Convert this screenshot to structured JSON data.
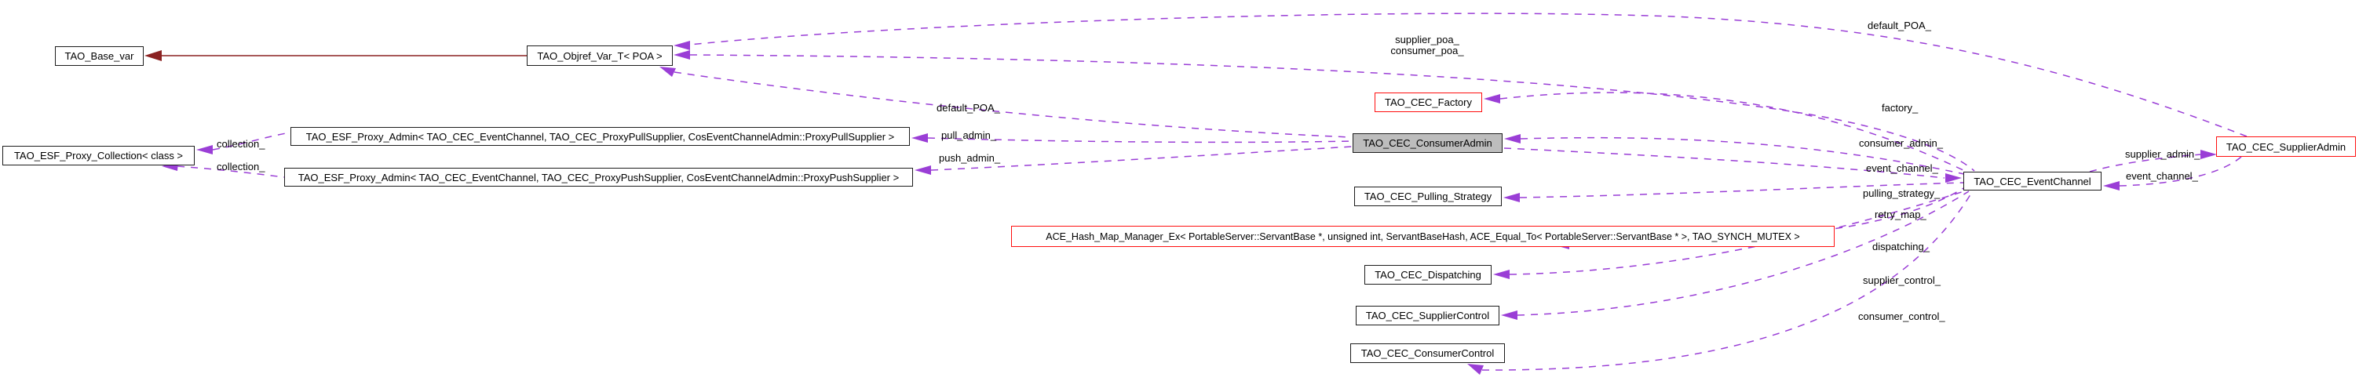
{
  "diagram": {
    "kind": "collaboration-graph",
    "colors": {
      "background": "#ffffff",
      "usage_edge": "#9a3ed6",
      "inheritance_edge": "#8b2222",
      "node_border": "#1c1c1c",
      "external_node_border": "#ff0f0f",
      "subject_node_fill": "#bdbdbd"
    },
    "nodes": {
      "base_var": "TAO_Base_var",
      "objref_var": "TAO_Objref_Var_T< POA >",
      "proxy_collection": "TAO_ESF_Proxy_Collection< class >",
      "proxy_admin_pull": "TAO_ESF_Proxy_Admin< TAO_CEC_EventChannel, TAO_CEC_ProxyPullSupplier, CosEventChannelAdmin::ProxyPullSupplier >",
      "proxy_admin_push": "TAO_ESF_Proxy_Admin< TAO_CEC_EventChannel, TAO_CEC_ProxyPushSupplier, CosEventChannelAdmin::ProxyPushSupplier >",
      "factory": "TAO_CEC_Factory",
      "consumer_admin": "TAO_CEC_ConsumerAdmin",
      "pulling_strategy": "TAO_CEC_Pulling_Strategy",
      "hash_map": "ACE_Hash_Map_Manager_Ex< PortableServer::ServantBase *, unsigned int, ServantBaseHash, ACE_Equal_To< PortableServer::ServantBase * >, TAO_SYNCH_MUTEX >",
      "dispatching": "TAO_CEC_Dispatching",
      "supplier_control": "TAO_CEC_SupplierControl",
      "consumer_control": "TAO_CEC_ConsumerControl",
      "event_channel": "TAO_CEC_EventChannel",
      "supplier_admin": "TAO_CEC_SupplierAdmin"
    },
    "edge_labels": {
      "collection_pull": "collection_",
      "collection_push": "collection_",
      "default_poa_left": "default_POA_",
      "pull_admin": "pull_admin_",
      "push_admin": "push_admin_",
      "supplier_poa": "supplier_poa_",
      "consumer_poa": "consumer_poa_",
      "factory": "factory_",
      "consumer_admin": "consumer_admin_",
      "event_channel_left": "event_channel_",
      "pulling_strategy": "pulling_strategy_",
      "retry_map": "retry_map_",
      "dispatching": "dispatching_",
      "supplier_control": "supplier_control_",
      "consumer_control": "consumer_control_",
      "supplier_admin": "supplier_admin_",
      "event_channel_right": "event_channel_",
      "default_poa_top": "default_POA_"
    }
  }
}
